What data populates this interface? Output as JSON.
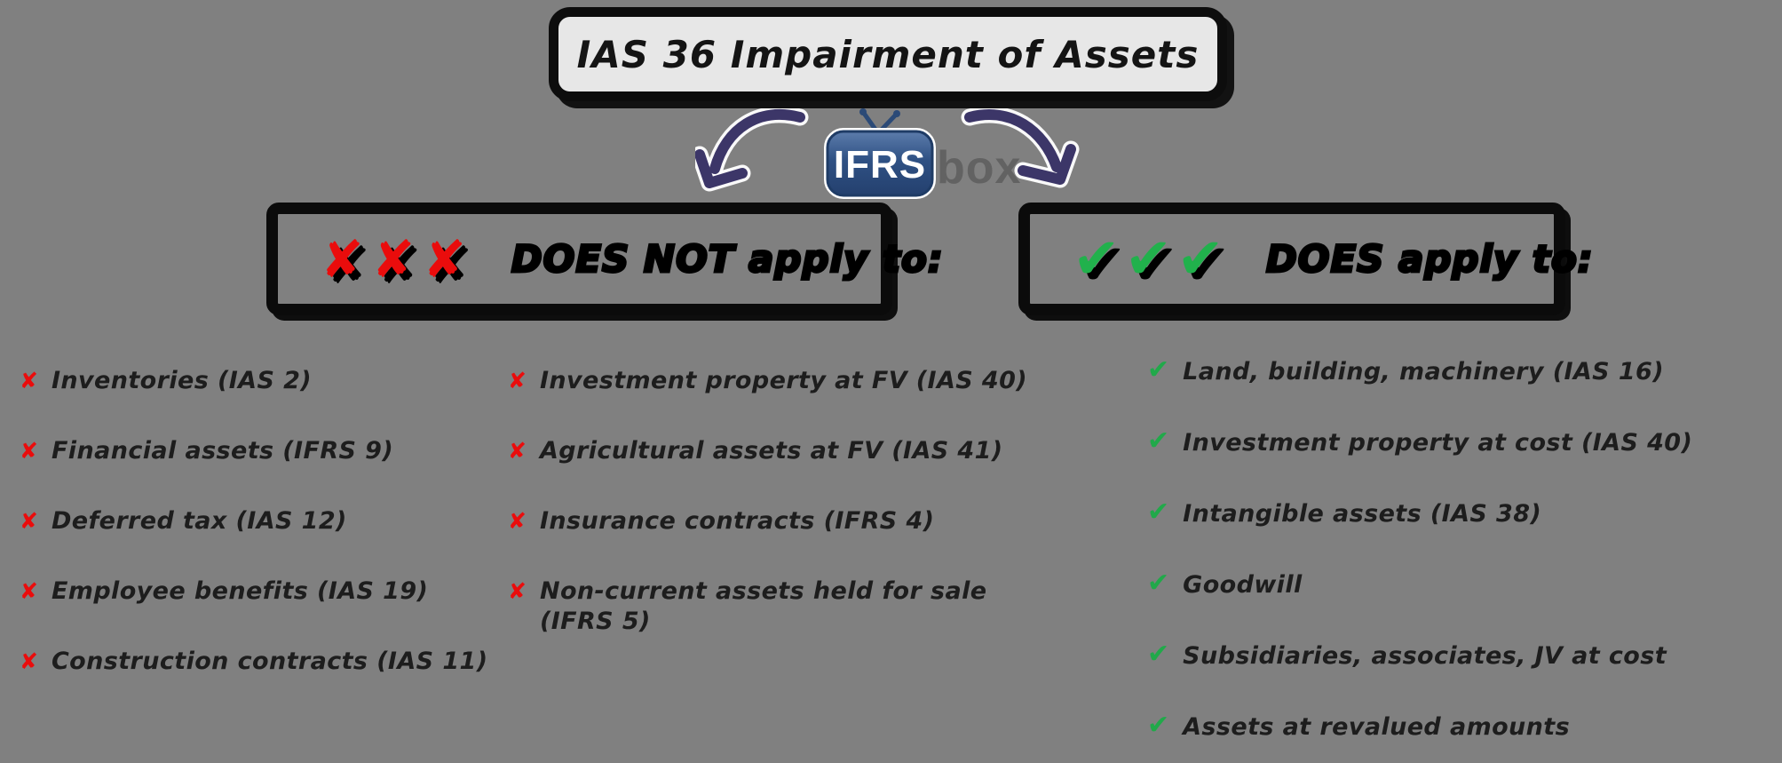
{
  "title": {
    "text": "IAS 36 Impairment of Assets"
  },
  "logo": {
    "brand": "IFRS",
    "suffix": "box"
  },
  "bullets": {
    "cross": "✘",
    "check": "✔"
  },
  "headers": {
    "not_apply": {
      "marks": "✘✘✘",
      "label": "DOES NOT apply to:"
    },
    "apply": {
      "marks": "✔✔✔",
      "label": "DOES apply to:"
    }
  },
  "lists": {
    "not_apply_col1": {
      "items": [
        "Inventories (IAS 2)",
        "Financial assets (IFRS 9)",
        "Deferred tax (IAS 12)",
        "Employee benefits (IAS 19)",
        "Construction contracts (IAS 11)"
      ]
    },
    "not_apply_col2": {
      "items": [
        "Investment property at FV (IAS 40)",
        "Agricultural assets at FV (IAS 41)",
        "Insurance contracts (IFRS 4)",
        "Non-current assets held for sale\n(IFRS 5)"
      ]
    },
    "apply": {
      "items": [
        "Land, building, machinery (IAS 16)",
        "Investment property at cost (IAS 40)",
        "Intangible assets (IAS 38)",
        "Goodwill",
        "Subsidiaries, associates, JV at cost",
        "Assets at revalued amounts"
      ]
    }
  },
  "colors": {
    "background": "#808080",
    "title_box_fill": "#e7e7e7",
    "border_black": "#0d0d0d",
    "cross_red": "#ea0c0c",
    "check_green": "#21a94a",
    "arrow_purple": "#3c3668",
    "tv_blue": "#30538a",
    "logo_suffix_gray": "#626262",
    "text": "#1d1d1d"
  }
}
